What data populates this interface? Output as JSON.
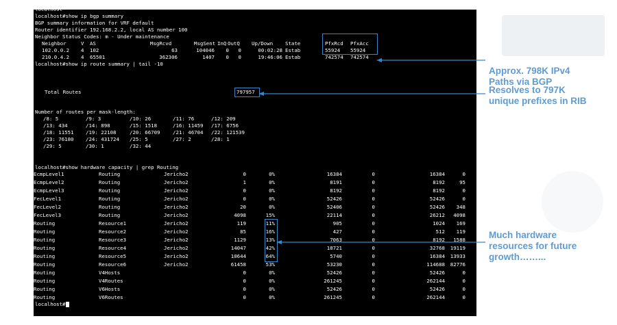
{
  "terminal": {
    "top_line": "localhost",
    "bgp": {
      "command": "localhost#show ip bgp summary",
      "info": [
        "BGP summary information for VRF default",
        "Router identifier 192.168.2.2, local AS number 100",
        "Neighbor Status Codes: m - Under maintenance"
      ],
      "headers": [
        "Neighbor",
        "V",
        "AS",
        "MsgRcvd",
        "MsgSent",
        "InQ",
        "OutQ",
        "Up/Down",
        "State",
        "PfxRcd",
        "PfxAcc"
      ],
      "rows": [
        [
          "102.0.0.2",
          "4",
          "102",
          "63",
          "104046",
          "0",
          "0",
          "00:02:28",
          "Estab",
          "55924",
          "55924"
        ],
        [
          "210.0.4.2",
          "4",
          "65501",
          "362306",
          "1407",
          "0",
          "0",
          "19:46:06",
          "Estab",
          "742574",
          "742574"
        ]
      ]
    },
    "route_summary": {
      "command": "localhost#show ip route summary | tail -10",
      "total_label": "Total Routes",
      "total_value": "797957",
      "mask_header": "Number of routes per mask-length:",
      "mask_rows": [
        [
          "/8: 5",
          "/9: 3",
          "/10: 26",
          "/11: 76",
          "/12: 209"
        ],
        [
          "/13: 434",
          "/14: 898",
          "/15: 1518",
          "/16: 11459",
          "/17: 6756"
        ],
        [
          "/18: 11551",
          "/19: 22108",
          "/20: 66709",
          "/21: 46704",
          "/22: 121539"
        ],
        [
          "/23: 76180",
          "/24: 431724",
          "/25: 5",
          "/27: 2",
          "/28: 1"
        ],
        [
          "/29: 5",
          "/30: 1",
          "/32: 44",
          "",
          ""
        ]
      ]
    },
    "hw": {
      "command": "localhost#show hardware capacity | grep Routing",
      "rows": [
        [
          "EcmpLevel1",
          "Routing",
          "Jericho2",
          "0",
          "0%",
          "16384",
          "0",
          "16384",
          "0"
        ],
        [
          "EcmpLevel2",
          "Routing",
          "Jericho2",
          "1",
          "0%",
          "8191",
          "0",
          "8192",
          "95"
        ],
        [
          "EcmpLevel3",
          "Routing",
          "Jericho2",
          "0",
          "0%",
          "8192",
          "0",
          "8192",
          "0"
        ],
        [
          "FecLevel1",
          "Routing",
          "Jericho2",
          "0",
          "0%",
          "52426",
          "0",
          "52426",
          "0"
        ],
        [
          "FecLevel2",
          "Routing",
          "Jericho2",
          "20",
          "0%",
          "52406",
          "0",
          "52426",
          "348"
        ],
        [
          "FecLevel3",
          "Routing",
          "Jericho2",
          "4098",
          "15%",
          "22114",
          "0",
          "26212",
          "4098"
        ],
        [
          "Routing",
          "Resource1",
          "Jericho2",
          "119",
          "11%",
          "905",
          "0",
          "1024",
          "169"
        ],
        [
          "Routing",
          "Resource2",
          "Jericho2",
          "85",
          "16%",
          "427",
          "0",
          "512",
          "119"
        ],
        [
          "Routing",
          "Resource3",
          "Jericho2",
          "1129",
          "13%",
          "7063",
          "0",
          "8192",
          "1588"
        ],
        [
          "Routing",
          "Resource4",
          "Jericho2",
          "14047",
          "42%",
          "18721",
          "0",
          "32768",
          "19119"
        ],
        [
          "Routing",
          "Resource5",
          "Jericho2",
          "10644",
          "64%",
          "5740",
          "0",
          "16384",
          "13933"
        ],
        [
          "Routing",
          "Resource6",
          "Jericho2",
          "61458",
          "53%",
          "53230",
          "0",
          "114688",
          "82776"
        ],
        [
          "Routing",
          "V4Hosts",
          "",
          "0",
          "0%",
          "52426",
          "0",
          "52426",
          "0"
        ],
        [
          "Routing",
          "V4Routes",
          "",
          "0",
          "0%",
          "261245",
          "0",
          "262144",
          "0"
        ],
        [
          "Routing",
          "V6Hosts",
          "",
          "0",
          "0%",
          "52426",
          "0",
          "52426",
          "0"
        ],
        [
          "Routing",
          "V6Routes",
          "",
          "0",
          "0%",
          "261245",
          "0",
          "262144",
          "0"
        ]
      ]
    },
    "prompt": "localhost#"
  },
  "annotations": {
    "bgp_paths": [
      "Approx. 798K IPv4",
      "Paths via BGP"
    ],
    "rib": [
      "Resolves to 797K",
      "unique prefixes in RIB"
    ],
    "hardware": [
      "Much hardware",
      "resources for future",
      "growth……..."
    ]
  },
  "colors": {
    "terminal_bg": "#000000",
    "terminal_text": "#ffffff",
    "highlight": "#3a86c8",
    "annotation": "#5c9bd6"
  }
}
